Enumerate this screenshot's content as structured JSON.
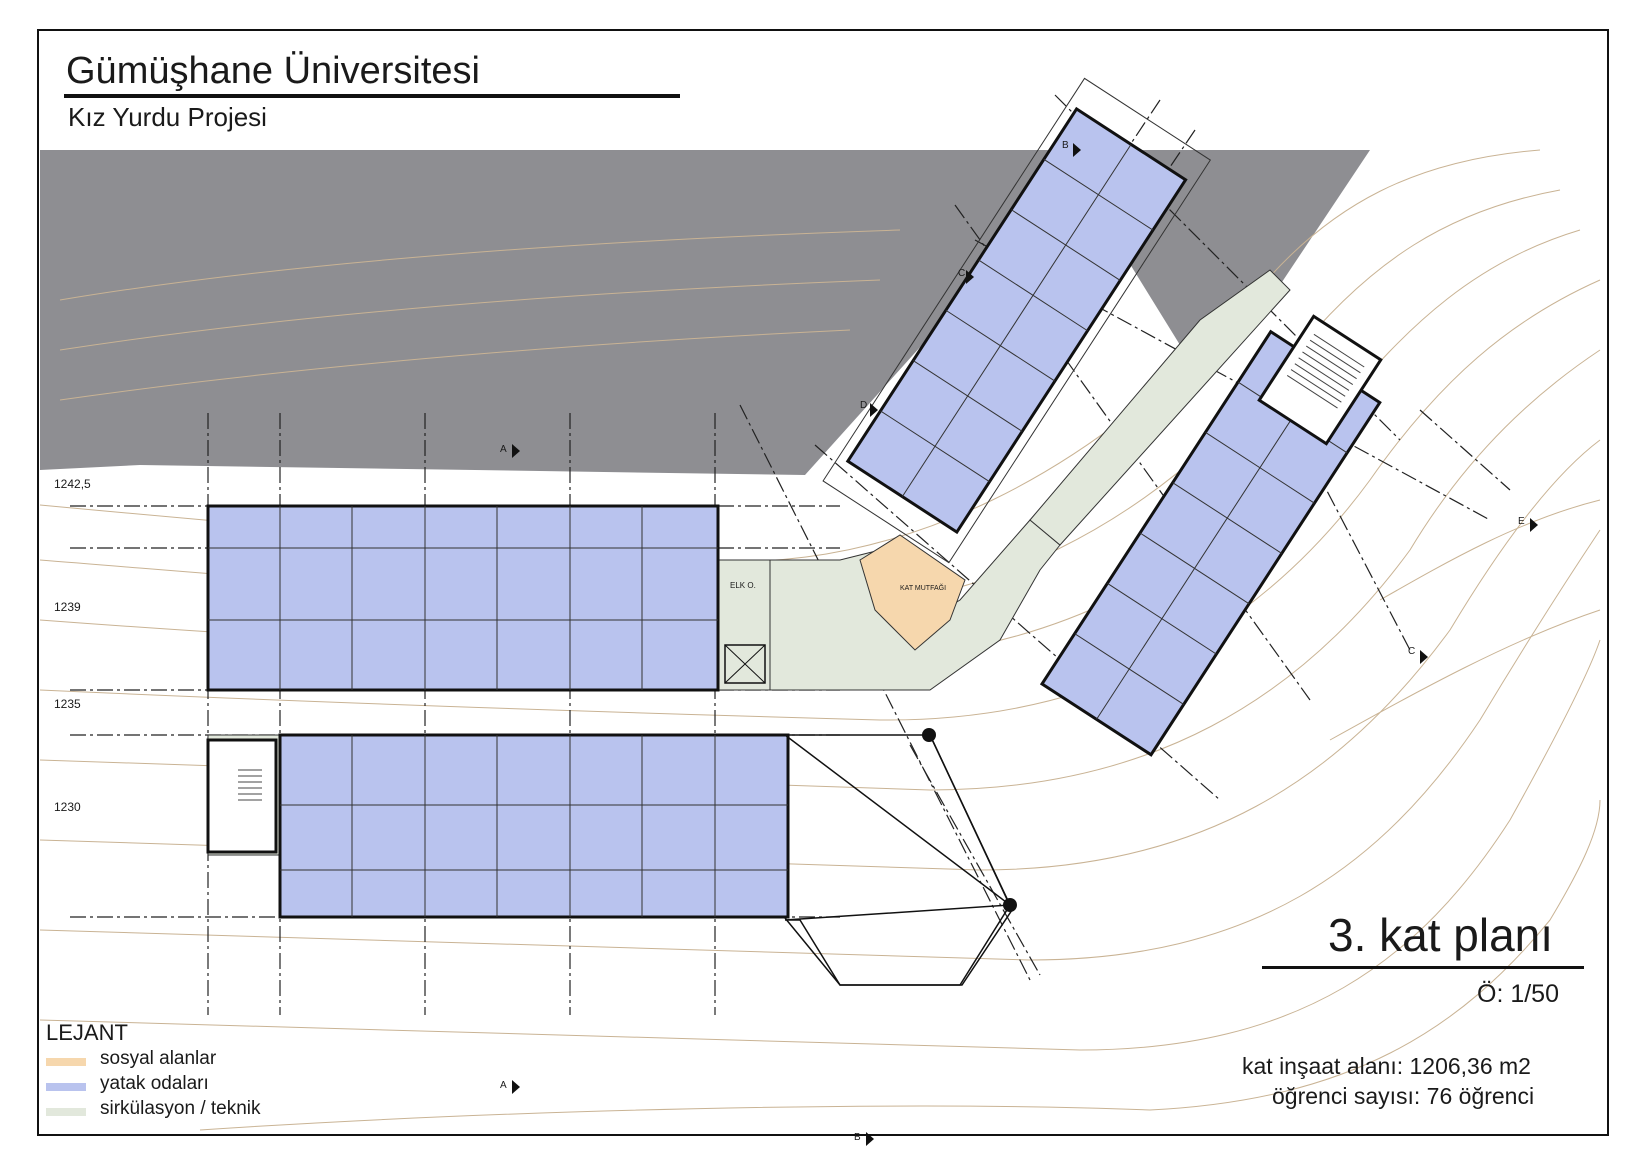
{
  "sheet": {
    "title": "Gümüşhane Üniversitesi",
    "subtitle": "Kız Yurdu Projesi",
    "plan_title": "3. kat planı",
    "scale": "Ö: 1/50",
    "floor_area": "kat inşaat alanı: 1206,36 m2",
    "student_count": "öğrenci sayısı: 76 öğrenci"
  },
  "legend": {
    "title": "LEJANT",
    "items": [
      {
        "label": "sosyal alanlar",
        "color": "#f6d7ad"
      },
      {
        "label": "yatak odaları",
        "color": "#b9c3ee"
      },
      {
        "label": "sirkülasyon / teknik",
        "color": "#e2e8dc"
      }
    ]
  },
  "levels": [
    "1242,5",
    "1239",
    "1235",
    "1230"
  ],
  "section_marks": [
    "A",
    "A",
    "B",
    "B",
    "C",
    "C",
    "D",
    "E"
  ],
  "room_labels": {
    "electrical": "ELK O.",
    "kitchen": "KAT MUTFAĞI"
  },
  "colors": {
    "rooms": "#b9c3ee",
    "social": "#f6d7ad",
    "circulation": "#e2e8dc",
    "terrain": "#8e8e92",
    "contour": "#c9b394"
  }
}
